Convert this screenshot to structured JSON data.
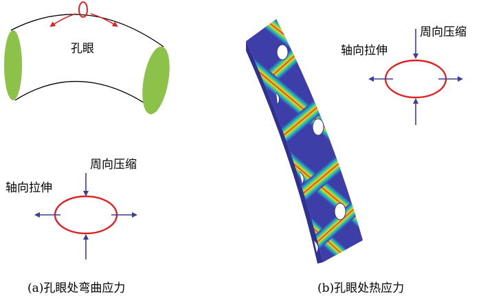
{
  "panel_a": {
    "pipe_label": "孔眼",
    "circumferential": "周向压缩",
    "axial": "轴向拉伸",
    "caption": "(a)孔眼处弯曲应力"
  },
  "panel_b": {
    "circumferential": "周向压缩",
    "axial": "轴向拉伸",
    "caption": "(b)孔眼处热应力"
  },
  "colors": {
    "pipe_end": "#8cc24a",
    "hole_ellipse": "#e02020",
    "arrow": "#3a3f8f",
    "stress_low": "#3d3ea8",
    "stress_high": "#e0184a"
  }
}
